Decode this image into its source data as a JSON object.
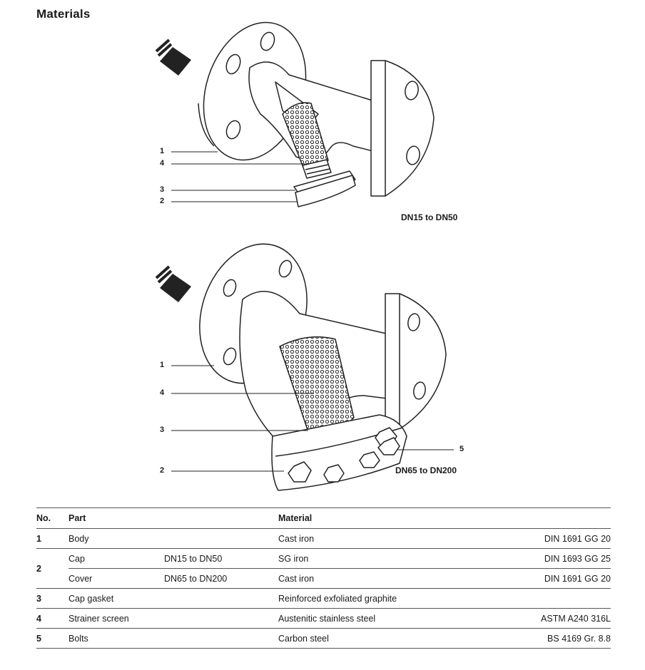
{
  "title": "Materials",
  "figure_top": {
    "caption": "DN15 to DN50",
    "callouts": [
      "1",
      "4",
      "3",
      "2"
    ]
  },
  "figure_bottom": {
    "caption": "DN65 to DN200",
    "callouts": [
      "1",
      "4",
      "3",
      "2",
      "5"
    ]
  },
  "table": {
    "headers": {
      "no": "No.",
      "part": "Part",
      "material": "Material"
    },
    "rows": [
      {
        "no": "1",
        "part": "Body",
        "range": "",
        "material": "Cast iron",
        "spec": "DIN 1691 GG 20"
      },
      {
        "no": "2",
        "part": "Cap",
        "range": "DN15 to DN50",
        "material": "SG iron",
        "spec": "DIN 1693 GG 25"
      },
      {
        "no": "",
        "part": "Cover",
        "range": "DN65 to DN200",
        "material": "Cast iron",
        "spec": "DIN 1691 GG 20"
      },
      {
        "no": "3",
        "part": "Cap gasket",
        "range": "",
        "material": "Reinforced exfoliated graphite",
        "spec": ""
      },
      {
        "no": "4",
        "part": "Strainer screen",
        "range": "",
        "material": "Austenitic stainless steel",
        "spec": "ASTM A240 316L"
      },
      {
        "no": "5",
        "part": "Bolts",
        "range": "",
        "material": "Carbon steel",
        "spec": "BS 4169 Gr. 8.8"
      }
    ]
  }
}
